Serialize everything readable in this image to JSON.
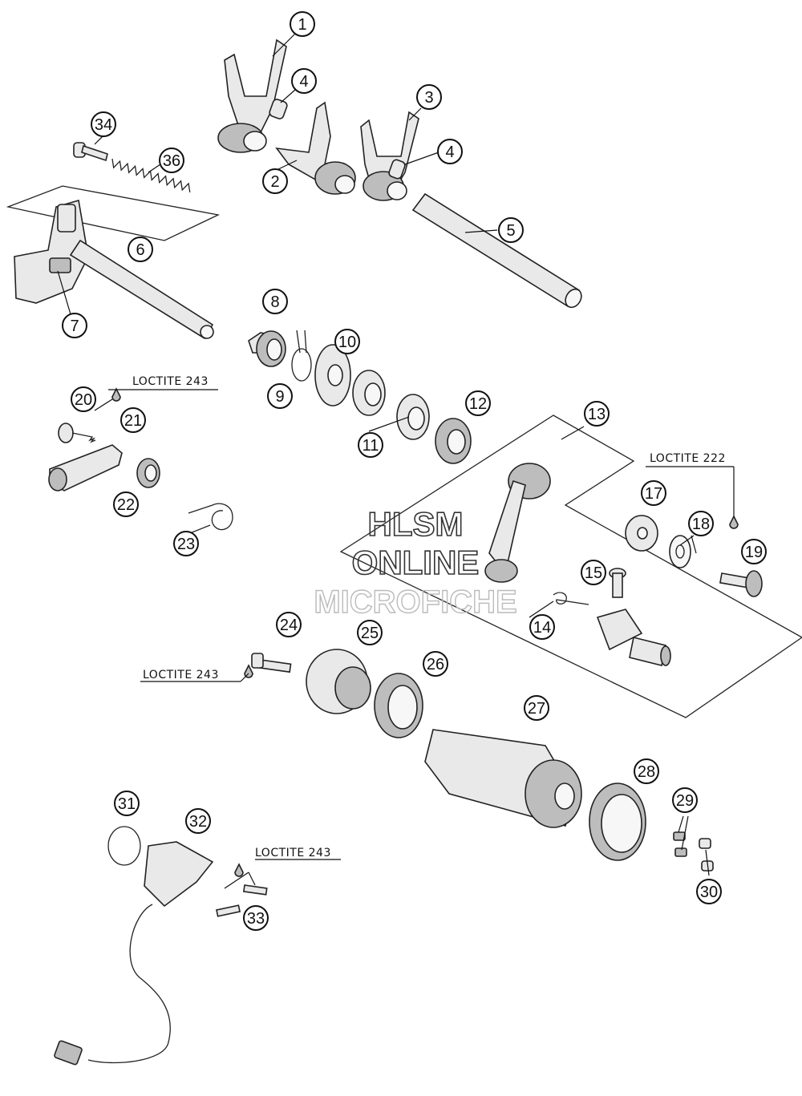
{
  "callouts": [
    "1",
    "2",
    "3",
    "4",
    "4",
    "5",
    "6",
    "7",
    "8",
    "9",
    "10",
    "11",
    "12",
    "13",
    "14",
    "15",
    "17",
    "18",
    "19",
    "20",
    "21",
    "22",
    "23",
    "24",
    "25",
    "26",
    "27",
    "28",
    "29",
    "30",
    "31",
    "32",
    "33",
    "34",
    "36"
  ],
  "loctite_labels": [
    "LOCTITE 243",
    "LOCTITE 222",
    "LOCTITE 243",
    "LOCTITE 243"
  ],
  "watermark": {
    "line1": "HLSM",
    "line2": "ONLINE",
    "line3": "MICROFICHE"
  }
}
